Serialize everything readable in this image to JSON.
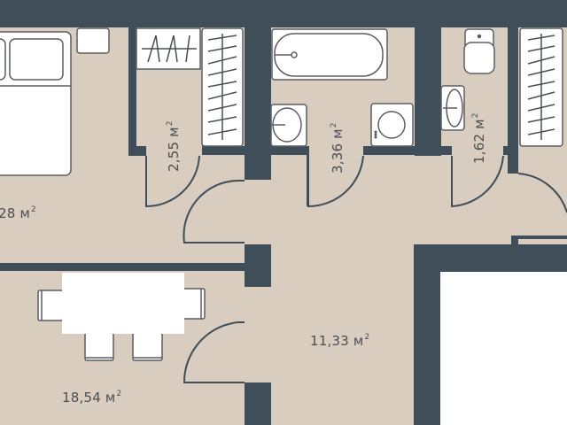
{
  "plan": {
    "colors": {
      "floor": "#d8cdbf",
      "wall": "#3f4e58",
      "furniture_fill": "#ffffff",
      "furniture_stroke": "#5a5e62",
      "outside": "#ffffff",
      "text": "#4a4f54"
    },
    "unit_label": "м",
    "unit_superscript": "2",
    "rooms": [
      {
        "id": "bedroom",
        "area": "…28",
        "visible_text": "28",
        "unit": "м"
      },
      {
        "id": "wardrobe",
        "area": "2,55",
        "unit": "м"
      },
      {
        "id": "bathroom",
        "area": "3,36",
        "unit": "м"
      },
      {
        "id": "toilet",
        "area": "1,62",
        "unit": "м"
      },
      {
        "id": "kitchen-living",
        "area": "18,54",
        "unit": "м"
      },
      {
        "id": "hallway",
        "area": "11,33",
        "unit": "м"
      }
    ],
    "furniture": [
      "double-bed",
      "nightstand",
      "wardrobe-shelves",
      "wardrobe-hanging-rail",
      "bathtub",
      "washbasin",
      "washing-machine",
      "toilet",
      "small-washbasin",
      "hallway-wardrobe",
      "dining-table",
      "dining-chair-left",
      "dining-chair-right",
      "dining-chair-bottom-1",
      "dining-chair-bottom-2"
    ]
  }
}
